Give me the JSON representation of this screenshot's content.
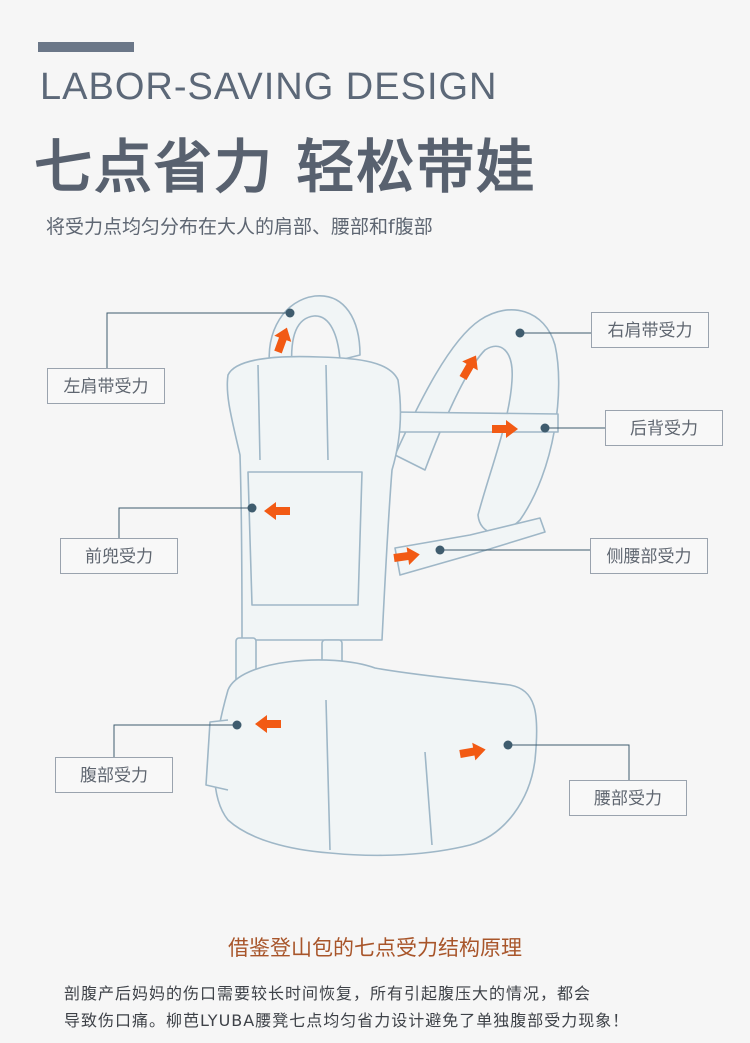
{
  "header": {
    "title_en": "LABOR-SAVING DESIGN",
    "title_cn": "七点省力 轻松带娃",
    "subtitle": "将受力点均匀分布在大人的肩部、腰部和f腹部"
  },
  "labels": {
    "left_shoulder": "左肩带受力",
    "right_shoulder": "右肩带受力",
    "back": "后背受力",
    "front_panel": "前兜受力",
    "side_waist": "侧腰部受力",
    "abdomen": "腹部受力",
    "waist": "腰部受力"
  },
  "footer": {
    "heading": "借鉴登山包的七点受力结构原理",
    "line1": "剖腹产后妈妈的伤口需要较长时间恢复，所有引起腹压大的情况，都会",
    "line2": "导致伤口痛。柳芭LYUBA腰凳七点均匀省力设计避免了单独腹部受力现象！"
  },
  "colors": {
    "background": "#f6f6f6",
    "outline": "#9fb7c7",
    "fill": "#f1f5f6",
    "arrow": "#f25a14",
    "dot": "#3f5c6e",
    "heading_accent": "#a8552a"
  }
}
